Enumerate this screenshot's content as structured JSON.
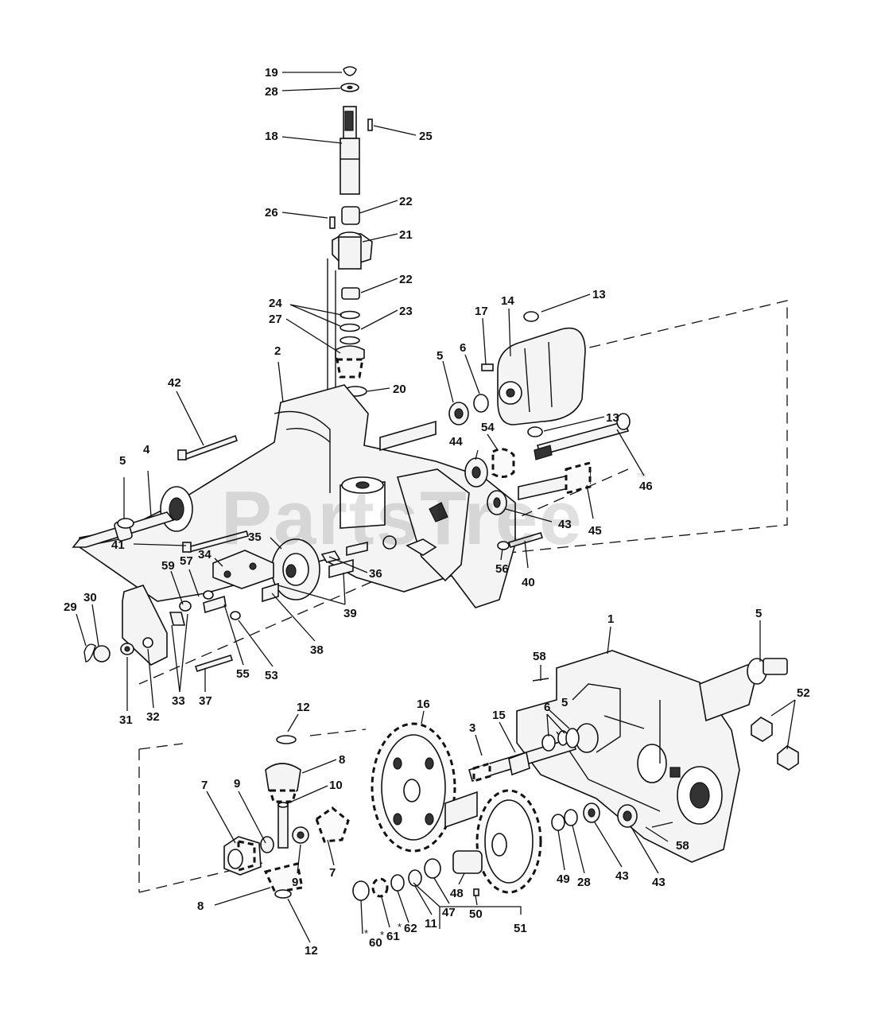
{
  "watermark": {
    "text": "PartsTree",
    "trademark": "™"
  },
  "callouts": [
    {
      "num": "19",
      "name": "callout-19"
    },
    {
      "num": "28",
      "name": "callout-28-top"
    },
    {
      "num": "18",
      "name": "callout-18"
    },
    {
      "num": "25",
      "name": "callout-25"
    },
    {
      "num": "26",
      "name": "callout-26"
    },
    {
      "num": "22",
      "name": "callout-22-upper"
    },
    {
      "num": "21",
      "name": "callout-21"
    },
    {
      "num": "22",
      "name": "callout-22-lower"
    },
    {
      "num": "24",
      "name": "callout-24"
    },
    {
      "num": "23",
      "name": "callout-23"
    },
    {
      "num": "27",
      "name": "callout-27"
    },
    {
      "num": "2",
      "name": "callout-2"
    },
    {
      "num": "20",
      "name": "callout-20"
    },
    {
      "num": "17",
      "name": "callout-17"
    },
    {
      "num": "14",
      "name": "callout-14"
    },
    {
      "num": "13",
      "name": "callout-13-upper"
    },
    {
      "num": "5",
      "name": "callout-5-upper"
    },
    {
      "num": "6",
      "name": "callout-6-upper"
    },
    {
      "num": "13",
      "name": "callout-13-lower"
    },
    {
      "num": "42",
      "name": "callout-42"
    },
    {
      "num": "44",
      "name": "callout-44"
    },
    {
      "num": "54",
      "name": "callout-54"
    },
    {
      "num": "46",
      "name": "callout-46"
    },
    {
      "num": "5",
      "name": "callout-5-left"
    },
    {
      "num": "4",
      "name": "callout-4"
    },
    {
      "num": "43",
      "name": "callout-43-upper"
    },
    {
      "num": "45",
      "name": "callout-45"
    },
    {
      "num": "41",
      "name": "callout-41"
    },
    {
      "num": "35",
      "name": "callout-35"
    },
    {
      "num": "34",
      "name": "callout-34"
    },
    {
      "num": "59",
      "name": "callout-59"
    },
    {
      "num": "57",
      "name": "callout-57"
    },
    {
      "num": "36",
      "name": "callout-36"
    },
    {
      "num": "56",
      "name": "callout-56"
    },
    {
      "num": "40",
      "name": "callout-40"
    },
    {
      "num": "29",
      "name": "callout-29"
    },
    {
      "num": "30",
      "name": "callout-30"
    },
    {
      "num": "39",
      "name": "callout-39"
    },
    {
      "num": "38",
      "name": "callout-38"
    },
    {
      "num": "55",
      "name": "callout-55"
    },
    {
      "num": "53",
      "name": "callout-53"
    },
    {
      "num": "33",
      "name": "callout-33"
    },
    {
      "num": "37",
      "name": "callout-37"
    },
    {
      "num": "31",
      "name": "callout-31"
    },
    {
      "num": "32",
      "name": "callout-32"
    },
    {
      "num": "1",
      "name": "callout-1"
    },
    {
      "num": "5",
      "name": "callout-5-right"
    },
    {
      "num": "58",
      "name": "callout-58-upper"
    },
    {
      "num": "16",
      "name": "callout-16"
    },
    {
      "num": "12",
      "name": "callout-12-upper"
    },
    {
      "num": "52",
      "name": "callout-52"
    },
    {
      "num": "3",
      "name": "callout-3"
    },
    {
      "num": "15",
      "name": "callout-15"
    },
    {
      "num": "6",
      "name": "callout-6-lower"
    },
    {
      "num": "5",
      "name": "callout-5-lower"
    },
    {
      "num": "8",
      "name": "callout-8-upper"
    },
    {
      "num": "7",
      "name": "callout-7-left"
    },
    {
      "num": "9",
      "name": "callout-9-left"
    },
    {
      "num": "10",
      "name": "callout-10"
    },
    {
      "num": "58",
      "name": "callout-58-lower"
    },
    {
      "num": "9",
      "name": "callout-9-right"
    },
    {
      "num": "7",
      "name": "callout-7-right"
    },
    {
      "num": "43",
      "name": "callout-43-lower-left"
    },
    {
      "num": "43",
      "name": "callout-43-lower-right"
    },
    {
      "num": "49",
      "name": "callout-49"
    },
    {
      "num": "28",
      "name": "callout-28-lower"
    },
    {
      "num": "48",
      "name": "callout-48"
    },
    {
      "num": "8",
      "name": "callout-8-lower"
    },
    {
      "num": "47",
      "name": "callout-47"
    },
    {
      "num": "50",
      "name": "callout-50"
    },
    {
      "num": "11",
      "name": "callout-11"
    },
    {
      "num": "62",
      "name": "callout-62"
    },
    {
      "num": "61",
      "name": "callout-61"
    },
    {
      "num": "60",
      "name": "callout-60"
    },
    {
      "num": "51",
      "name": "callout-51"
    },
    {
      "num": "12",
      "name": "callout-12-lower"
    }
  ],
  "asterisk": "*"
}
